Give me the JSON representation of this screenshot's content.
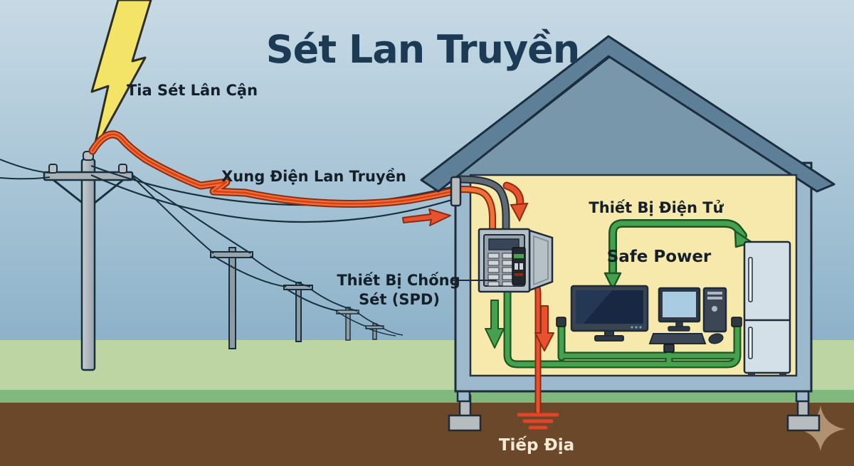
{
  "title": "Sét Lan Truyền",
  "labels": {
    "nearby_strike": "Tia Sét Lân Cận",
    "surge_wave": "Xung Điện Lan Truyền",
    "spd_line1": "Thiết Bị Chống",
    "spd_line2": "Sét (SPD)",
    "electronics": "Thiết Bị Điện Tử",
    "safe_power": "Safe Power",
    "grounding": "Tiếp Địa"
  },
  "icons": {
    "lightning-bolt-icon": "yellow zigzag bolt striking power pole",
    "utility-pole-icon": "power pole with crossarm and sagging wires",
    "surge-wave-icon": "orange surge pulse travelling along line",
    "breaker-panel-icon": "open electrical panel with breakers",
    "spd-module-icon": "dark surge protection device in panel",
    "down-arrow-icon": "flow direction arrow",
    "tv-icon": "large flat screen display",
    "desktop-computer-icon": "monitor, keyboard, mouse and tower",
    "refrigerator-icon": "two-door fridge",
    "ground-symbol-icon": "three shrinking bars earth symbol",
    "sparkle-watermark-icon": "four point star watermark"
  },
  "colors": {
    "sky_top": "#c7dae5",
    "sky_bottom": "#8db2c9",
    "grass": "#bdd5a3",
    "grass_dark": "#81b87e",
    "soil": "#6b4829",
    "house_wall": "#9cb9cd",
    "house_interior": "#f7e9ab",
    "roof": "#5d7f97",
    "roof_inner": "#7897ab",
    "outline": "#1d2c38",
    "surge_red": "#e8512e",
    "surge_deep": "#8a2c12",
    "safe_green": "#46a14e",
    "green_dark": "#1c5526",
    "lightning_yellow": "#f3e468",
    "panel_gray": "#b6c0c7",
    "concrete": "#b7bcbf",
    "fridge_body": "#d4e0e8",
    "screen_dark": "#182742",
    "screen_light": "#a9cce3",
    "title_navy": "#1d3a55",
    "text_dark": "#141f2a",
    "ground_text": "#f2ead6",
    "watermark_tan": "#cdb192"
  }
}
